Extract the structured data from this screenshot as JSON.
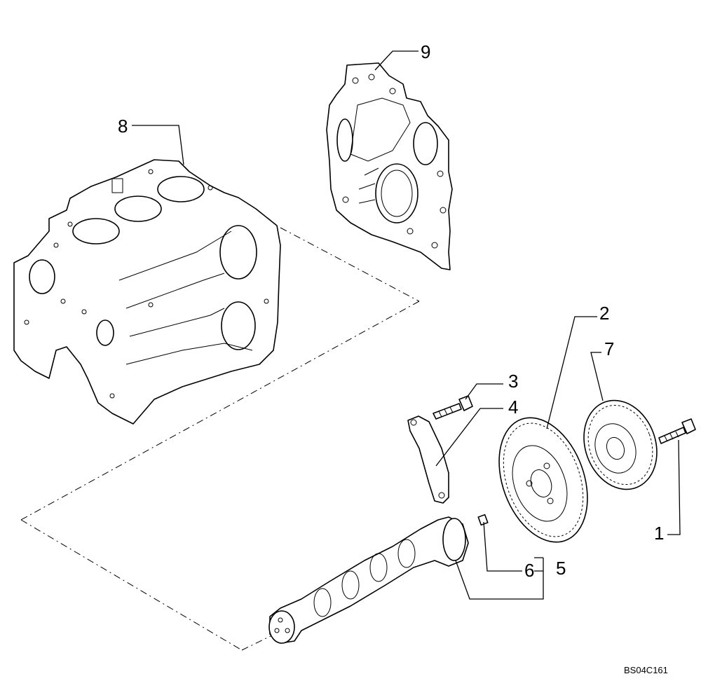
{
  "callouts": {
    "c1": "1",
    "c2": "2",
    "c3": "3",
    "c4": "4",
    "c5": "5",
    "c6": "6",
    "c7": "7",
    "c8": "8",
    "c9": "9"
  },
  "drawing_code": "BS04C161"
}
